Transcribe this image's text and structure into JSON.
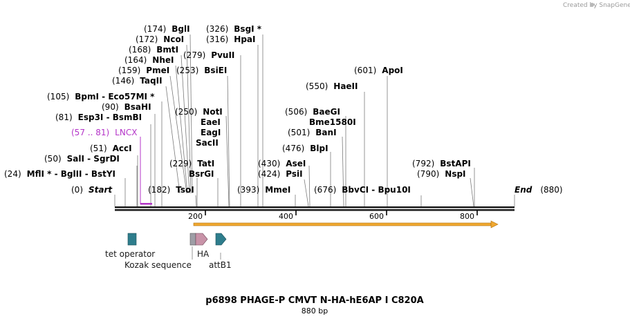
{
  "credit": "Created by SnapGene",
  "title": "p6898 PHAGE-P CMVT N-HA-hE6AP I C820A",
  "subtitle": "880 bp",
  "ends": {
    "start": "Start",
    "start_pos": "(0)",
    "end": "End",
    "end_pos": "(880)"
  },
  "sequence_length": 880,
  "ticks": [
    "200",
    "400",
    "600",
    "800"
  ],
  "enzymes": [
    {
      "id": "e1",
      "pos": "(174)",
      "name": "BglI",
      "bp": 174
    },
    {
      "id": "e2",
      "pos": "(172)",
      "name": "NcoI",
      "bp": 172
    },
    {
      "id": "e3",
      "pos": "(168)",
      "name": "BmtI",
      "bp": 168
    },
    {
      "id": "e4",
      "pos": "(164)",
      "name": "NheI",
      "bp": 164
    },
    {
      "id": "e5",
      "pos": "(159)",
      "name": "PmeI",
      "bp": 159
    },
    {
      "id": "e6",
      "pos": "(146)",
      "name": "TaqII",
      "bp": 146
    },
    {
      "id": "e7",
      "pos": "(105)",
      "name": "BpmI  -  Eco57MI *",
      "bp": 105
    },
    {
      "id": "e8",
      "pos": "(90)",
      "name": "BsaHI",
      "bp": 90
    },
    {
      "id": "e9",
      "pos": "(81)",
      "name": "Esp3I  -  BsmBI",
      "bp": 81
    },
    {
      "id": "e10",
      "pos": "(51)",
      "name": "AccI",
      "bp": 51
    },
    {
      "id": "e11",
      "pos": "(50)",
      "name": "SalI  -  SgrDI",
      "bp": 50
    },
    {
      "id": "e12",
      "pos": "(24)",
      "name": "MflI *  -  BglII  -  BstYI",
      "bp": 24
    },
    {
      "id": "e13",
      "pos": "(182)",
      "name": "TsoI",
      "bp": 182
    },
    {
      "id": "e14",
      "pos": "(326)",
      "name": "BsgI *",
      "bp": 326
    },
    {
      "id": "e15",
      "pos": "(316)",
      "name": "HpaI",
      "bp": 316
    },
    {
      "id": "e16",
      "pos": "(279)",
      "name": "PvuII",
      "bp": 279
    },
    {
      "id": "e17",
      "pos": "(253)",
      "name": "BsiEI",
      "bp": 253
    },
    {
      "id": "e18",
      "pos": "(250)",
      "name": "NotI",
      "bp": 250
    },
    {
      "id": "e19",
      "pos": "",
      "name": "EaeI",
      "bp": 250
    },
    {
      "id": "e20",
      "pos": "",
      "name": "EagI",
      "bp": 250
    },
    {
      "id": "e21",
      "pos": "",
      "name": "SacII",
      "bp": 250
    },
    {
      "id": "e22",
      "pos": "(229)",
      "name": "TatI",
      "bp": 229
    },
    {
      "id": "e23",
      "pos": "",
      "name": "BsrGI",
      "bp": 229
    },
    {
      "id": "e24",
      "pos": "(393)",
      "name": "MmeI",
      "bp": 393
    },
    {
      "id": "e25",
      "pos": "(430)",
      "name": "AseI",
      "bp": 430
    },
    {
      "id": "e26",
      "pos": "(424)",
      "name": "PsiI",
      "bp": 424
    },
    {
      "id": "e27",
      "pos": "(476)",
      "name": "BlpI",
      "bp": 476
    },
    {
      "id": "e28",
      "pos": "(506)",
      "name": "BaeGI",
      "bp": 506
    },
    {
      "id": "e29",
      "pos": "",
      "name": "Bme1580I",
      "bp": 506
    },
    {
      "id": "e30",
      "pos": "(501)",
      "name": "BanI",
      "bp": 501
    },
    {
      "id": "e31",
      "pos": "(550)",
      "name": "HaeII",
      "bp": 550
    },
    {
      "id": "e32",
      "pos": "(601)",
      "name": "ApoI",
      "bp": 601
    },
    {
      "id": "e33",
      "pos": "(676)",
      "name": "BbvCI  -  Bpu10I",
      "bp": 676
    },
    {
      "id": "e34",
      "pos": "(792)",
      "name": "BstAPI",
      "bp": 792
    },
    {
      "id": "e35",
      "pos": "(790)",
      "name": "NspI",
      "bp": 790
    }
  ],
  "primer": {
    "range": "(57 .. 81)",
    "name": "LNCX",
    "color": "#b434c8"
  },
  "features": {
    "tet_operator": {
      "label": "tet operator",
      "color": "#2e7d8c"
    },
    "kozak": {
      "label": "Kozak sequence",
      "color": "#9e9ea6"
    },
    "ha": {
      "label": "HA",
      "color": "#c893a8"
    },
    "attb1": {
      "label": "attB1",
      "color": "#2e7d8c"
    },
    "orf_color": "#f0a830"
  }
}
